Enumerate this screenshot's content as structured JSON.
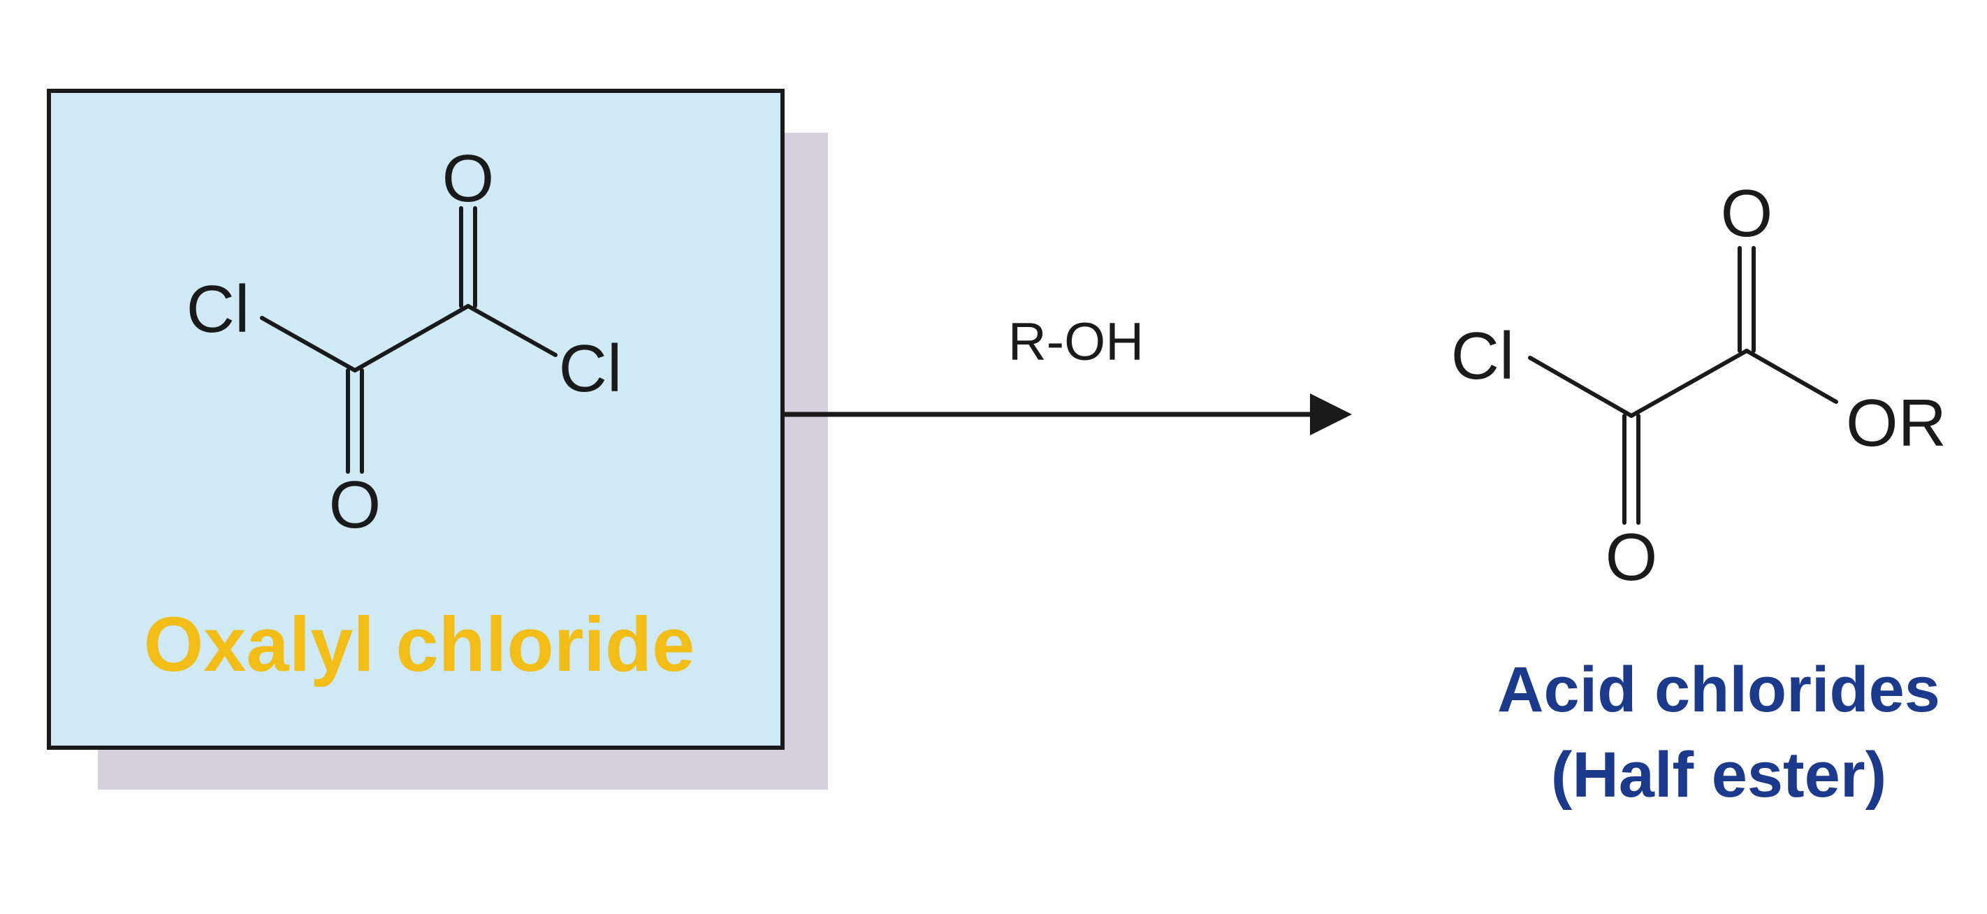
{
  "colors": {
    "background": "#ffffff",
    "reactant_box_fill": "#cfe9f5",
    "reactant_box_shadow": "#d4d1dc",
    "reactant_box_border": "#1a1a1a",
    "reactant_caption": "#f2bd16",
    "product_caption": "#1b3a8c",
    "bonds_and_atoms": "#1a1a1a"
  },
  "reactant": {
    "atoms": {
      "oxygen_top": "O",
      "chlorine_left": "Cl",
      "chlorine_right": "Cl",
      "oxygen_bottom": "O"
    },
    "caption": "Oxalyl chloride"
  },
  "reaction": {
    "reagent": "R-OH"
  },
  "product": {
    "atoms": {
      "oxygen_top": "O",
      "chlorine_left": "Cl",
      "ester_group": "OR",
      "oxygen_bottom": "O"
    },
    "caption_line1": "Acid chlorides",
    "caption_line2": "(Half ester)"
  }
}
